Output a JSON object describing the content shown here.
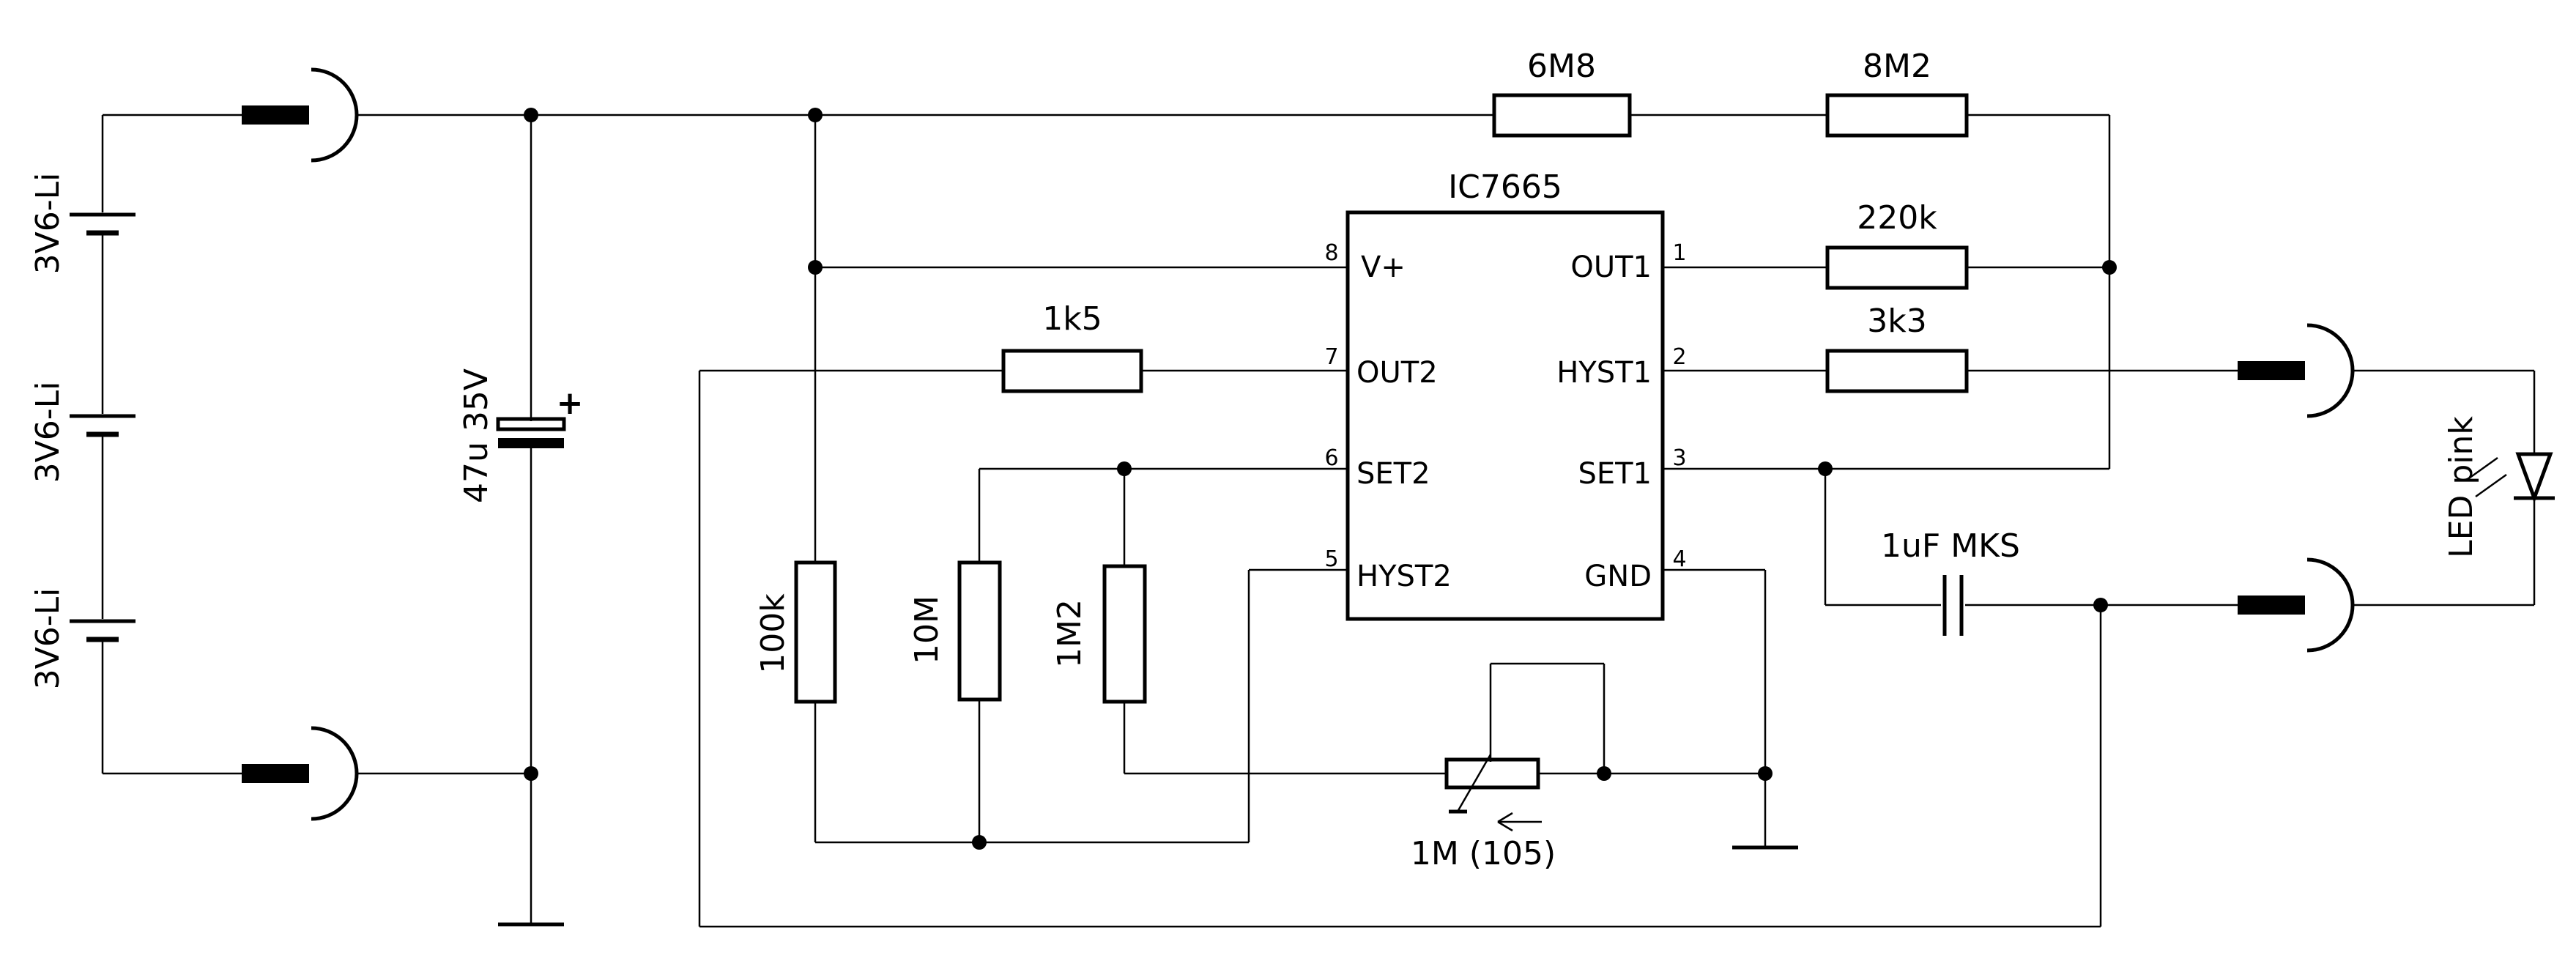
{
  "ic": {
    "name": "IC7665",
    "pins": {
      "p1": {
        "num": "1",
        "name": "OUT1"
      },
      "p2": {
        "num": "2",
        "name": "HYST1"
      },
      "p3": {
        "num": "3",
        "name": "SET1"
      },
      "p4": {
        "num": "4",
        "name": "GND"
      },
      "p5": {
        "num": "5",
        "name": "HYST2"
      },
      "p6": {
        "num": "6",
        "name": "SET2"
      },
      "p7": {
        "num": "7",
        "name": "OUT2"
      },
      "p8": {
        "num": "8",
        "name": "V+"
      }
    }
  },
  "batteries": [
    "3V6-Li",
    "3V6-Li",
    "3V6-Li"
  ],
  "capacitor": {
    "value": "47u 35V",
    "polarity": "+"
  },
  "resistors": {
    "r_6m8": "6M8",
    "r_8m2": "8M2",
    "r_220k": "220k",
    "r_3k3": "3k3",
    "r_1k5": "1k5",
    "r_100k": "100k",
    "r_10m": "10M",
    "r_1m2": "1M2"
  },
  "potentiometer": {
    "value": "1M (105)"
  },
  "film_cap": {
    "value": "1uF MKS"
  },
  "led": {
    "value": "LED pink"
  }
}
